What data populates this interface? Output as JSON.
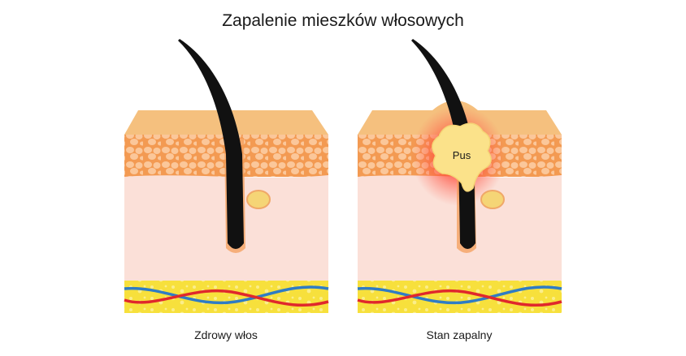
{
  "title": "Zapalenie mieszków włosowych",
  "panels": [
    {
      "caption": "Zdrowy włos"
    },
    {
      "caption": "Stan zapalny",
      "pus_label": "Pus"
    }
  ],
  "colors": {
    "epidermis_top": "#f5c07e",
    "epidermis_side": "#f0a868",
    "cells_bg": "#f39a52",
    "cells_fill": "#fbc79a",
    "dermis": "#fbe0d8",
    "fat_yellow": "#f7e03c",
    "artery": "#e0282c",
    "vein": "#2f7cc4",
    "hair": "#111111",
    "gland": "#f5d576",
    "pus": "#fbe28a",
    "inflammation": "#ff3b2f"
  }
}
